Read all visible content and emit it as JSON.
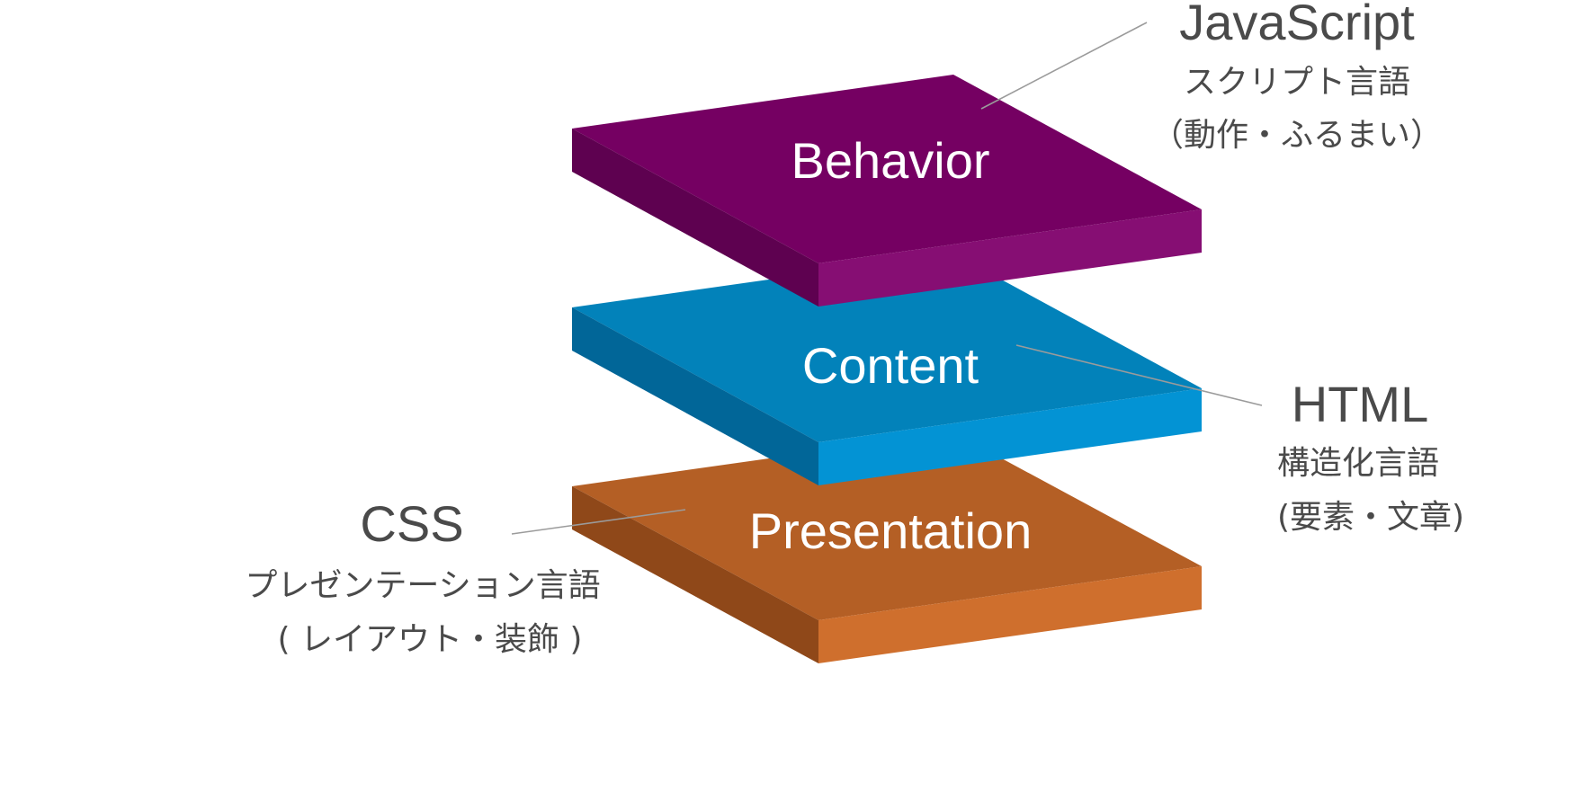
{
  "layers": {
    "behavior": {
      "label": "Behavior",
      "colors": {
        "top": "#750062",
        "left": "#5e0150",
        "front": "#860e73"
      }
    },
    "content": {
      "label": "Content",
      "colors": {
        "top": "#0282ba",
        "left": "#016698",
        "front": "#0393d4"
      }
    },
    "presentation": {
      "label": "Presentation",
      "colors": {
        "top": "#b45f25",
        "left": "#8f4819",
        "front": "#cf6f2d"
      }
    }
  },
  "callouts": {
    "javascript": {
      "name": "JavaScript",
      "line1": "スクリプト言語",
      "line2": "（動作・ふるまい）"
    },
    "html": {
      "name": "HTML",
      "line1": "構造化言語",
      "line2": "(要素・文章)"
    },
    "css": {
      "name": "CSS",
      "line1": "プレゼンテーション言語",
      "line2": "( レイアウト・装飾 )"
    }
  }
}
